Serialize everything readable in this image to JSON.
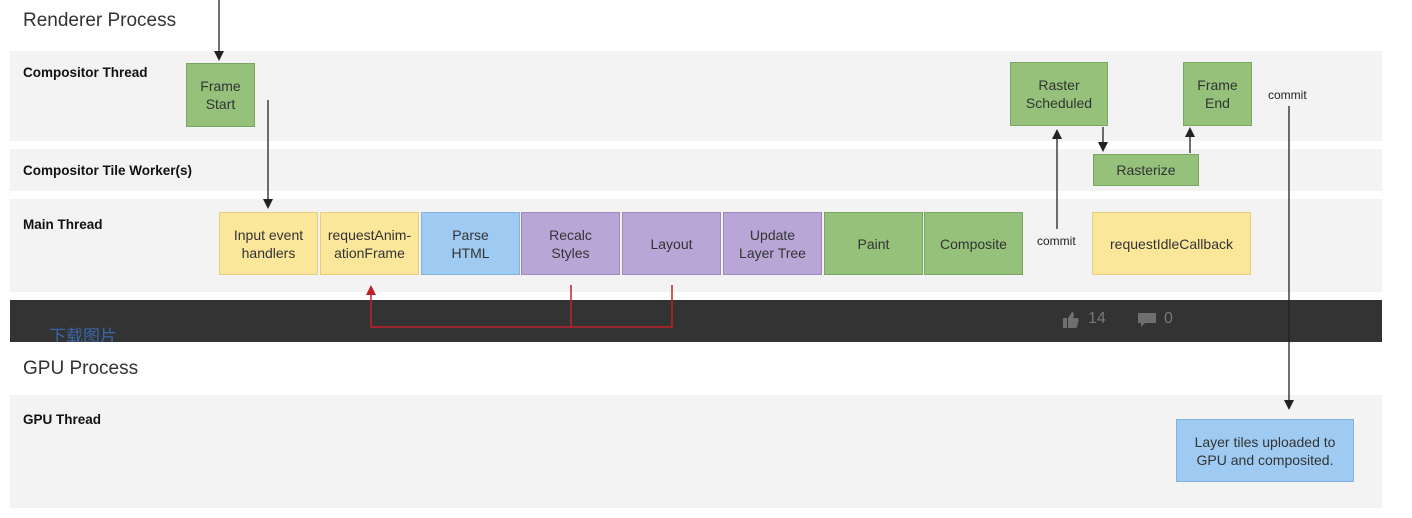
{
  "renderer": {
    "title": "Renderer Process",
    "lanes": {
      "compositor": "Compositor Thread",
      "tile_workers": "Compositor Tile Worker(s)",
      "main": "Main Thread"
    },
    "boxes": {
      "frame_start": "Frame\nStart",
      "raster_scheduled": "Raster\nScheduled",
      "frame_end": "Frame\nEnd",
      "rasterize": "Rasterize",
      "input_handlers": "Input event\nhandlers",
      "raf": "requestAnim-\nationFrame",
      "parse_html": "Parse\nHTML",
      "recalc_styles": "Recalc\nStyles",
      "layout": "Layout",
      "update_layer_tree": "Update\nLayer Tree",
      "paint": "Paint",
      "composite": "Composite",
      "ric": "requestIdleCallback"
    },
    "notes": {
      "commit_main": "commit",
      "commit_top": "commit"
    }
  },
  "overlay_bar": {
    "download_text": "下载图片",
    "likes": "14",
    "comments": "0",
    "icons": [
      "thumbs-up-icon",
      "comment-icon"
    ]
  },
  "gpu": {
    "title": "GPU Process",
    "lane": "GPU Thread",
    "box": "Layer tiles uploaded to\nGPU and composited."
  },
  "colors": {
    "green": "#95c17b",
    "yellow": "#fbe79a",
    "blue": "#9fcbf2",
    "purple": "#b9a6d6",
    "band": "#f3f3f3",
    "forced_layout_arrow": "#c0202a"
  }
}
